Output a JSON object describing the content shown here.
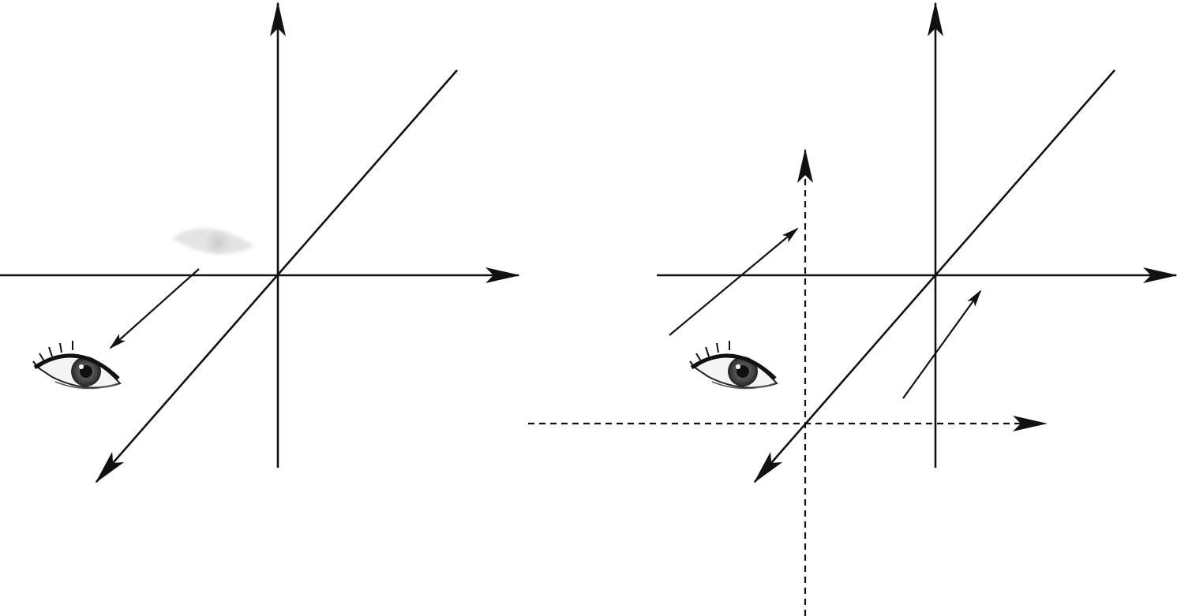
{
  "colors": {
    "line": "#111111",
    "background": "#ffffff",
    "faded_eye": "#d2d2d2",
    "iris": "#4a4a4a"
  },
  "figure_left": {
    "axes": [
      "vertical-axis",
      "horizontal-axis",
      "depth-axis"
    ],
    "icons": [
      "camera-eye-icon",
      "ghost-eye-icon"
    ],
    "annotations": [
      "view-direction-arrow"
    ]
  },
  "figure_right": {
    "axes": [
      "vertical-axis",
      "horizontal-axis",
      "depth-axis",
      "camera-vertical-dashed-axis",
      "camera-horizontal-dashed-axis"
    ],
    "icons": [
      "camera-eye-icon"
    ],
    "annotations": [
      "move-arrow-left",
      "move-arrow-right"
    ]
  }
}
